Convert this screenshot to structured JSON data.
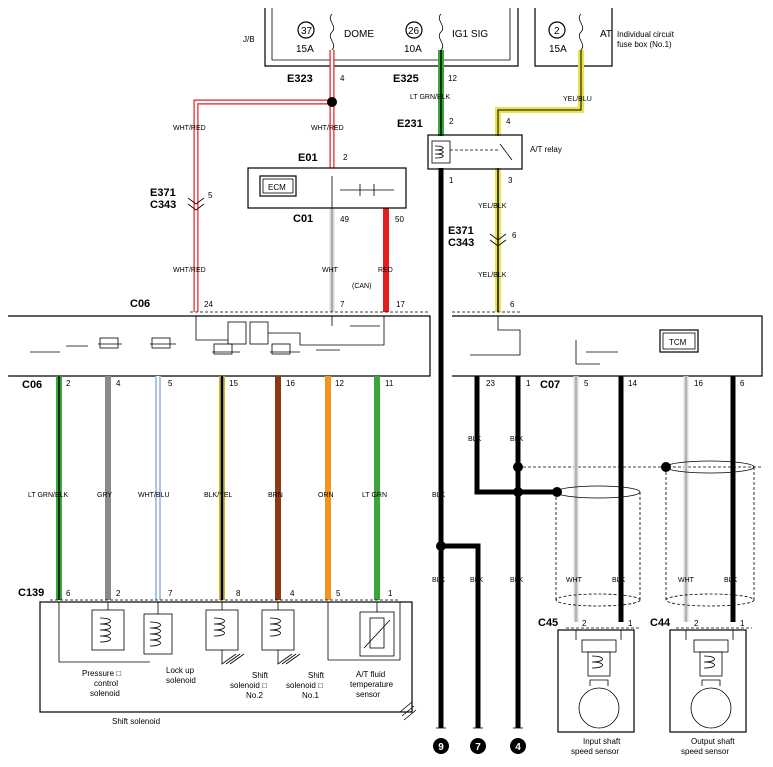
{
  "fuses": [
    {
      "number": "37",
      "name": "DOME",
      "amp": "15A"
    },
    {
      "number": "26",
      "name": "IG1 SIG",
      "amp": "10A"
    },
    {
      "number": "2",
      "name": "AT",
      "amp": "15A"
    }
  ],
  "jb_label": "J/B",
  "fuse_box_label": [
    "Individual circuit",
    "fuse box (No.1)"
  ],
  "connectors": {
    "e323": "E323",
    "e323_pin": "4",
    "e325": "E325",
    "e325_pin": "12",
    "e231": "E231",
    "e231_pin_a": "2",
    "e231_pin_b": "4",
    "e231_pin_c": "1",
    "e231_pin_d": "3",
    "e01": "E01",
    "e01_pin": "2",
    "e371_left": "E371",
    "c343_left": "C343",
    "e371_left_pin": "5",
    "e371_right": "E371",
    "c343_right": "C343",
    "e371_right_pin": "6",
    "c01": "C01",
    "c01_pin_a": "49",
    "c01_pin_b": "50",
    "c06_top": "C06",
    "c06_top_pins": [
      "24",
      "7",
      "17"
    ],
    "c06_right_pin": "6",
    "c06_bottom": "C06",
    "c06_bottom_pins": [
      "2",
      "4",
      "5",
      "15",
      "16",
      "12",
      "11"
    ],
    "c07": "C07",
    "c07_pins": [
      "23",
      "1",
      "5",
      "14",
      "16",
      "6"
    ],
    "c139": "C139",
    "c139_pins": [
      "6",
      "2",
      "7",
      "8",
      "4",
      "5",
      "1"
    ],
    "c45": "C45",
    "c45_pins": [
      "2",
      "1"
    ],
    "c44": "C44",
    "c44_pins": [
      "2",
      "1"
    ]
  },
  "wire_labels": {
    "lt_grn_blk_top": "LT GRN/BLK",
    "yel_blu": "YEL/BLU",
    "wht_red_1": "WHT/RED",
    "wht_red_2": "WHT/RED",
    "wht_red_3": "WHT/RED",
    "yel_blk_1": "YEL/BLK",
    "yel_blk_2": "YEL/BLK",
    "wht": "WHT",
    "red": "RED",
    "can": "(CAN)",
    "blk_main": "BLK",
    "blk_23": "BLK",
    "blk_1": "BLK",
    "bottom_wires": [
      "LT GRN/BLK",
      "GRY",
      "WHT/BLU",
      "BLK/YEL",
      "BRN",
      "ORN",
      "LT GRN"
    ],
    "blk_lower_1": "BLK",
    "blk_lower_2": "BLK",
    "blk_lower_3": "BLK",
    "wht_c45": "WHT",
    "blk_c45": "BLK",
    "wht_c44": "WHT",
    "blk_c44": "BLK"
  },
  "modules": {
    "ecm": "ECM",
    "tcm": "TCM",
    "at_relay": "A/T relay"
  },
  "components": {
    "pressure": [
      "Pressure □",
      "control",
      "solenoid"
    ],
    "lockup": [
      "Lock up",
      "solenoid"
    ],
    "shift2": [
      "Shift",
      "solenoid □",
      "No.2"
    ],
    "shift1": [
      "Shift",
      "solenoid □",
      "No.1"
    ],
    "fluid": [
      "A/T fluid",
      "temperature",
      "sensor"
    ],
    "shift_solenoid": "Shift solenoid",
    "input_sensor": [
      "Input shaft",
      "speed sensor"
    ],
    "output_sensor": [
      "Output shaft",
      "speed sensor"
    ]
  },
  "grounds": [
    "9",
    "7",
    "4"
  ],
  "wire_colors": {
    "lt_grn": "#3aa53a",
    "gry": "#8a8a8a",
    "wht_blu": "#a9c4e8",
    "blk_yel": "#c9b92a",
    "brn": "#8b3a14",
    "orn": "#f39320",
    "red": "#e51d1d",
    "yel": "#e8e34a",
    "wht": "#d9d9d9",
    "blk": "#000000"
  }
}
